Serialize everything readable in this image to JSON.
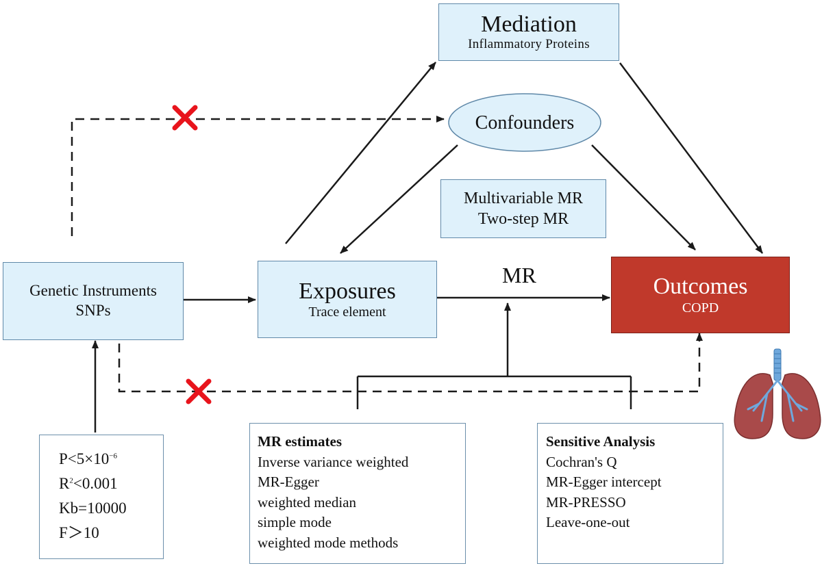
{
  "nodes": {
    "mediation": {
      "title": "Mediation",
      "subtitle": "Inflammatory Proteins"
    },
    "confounders": {
      "label": "Confounders"
    },
    "mvmr": {
      "line1": "Multivariable MR",
      "line2": "Two-step MR"
    },
    "genetic": {
      "line1": "Genetic Instruments",
      "line2": "SNPs"
    },
    "exposures": {
      "title": "Exposures",
      "subtitle": "Trace element"
    },
    "outcomes": {
      "title": "Outcomes",
      "subtitle": "COPD"
    },
    "criteria": {
      "p_base": "P<5×10",
      "p_exp": "−6",
      "r_base": "R",
      "r_exp": "2",
      "r_rest": "<0.001",
      "kb": "Kb=10000",
      "f": "F＞10"
    },
    "mr_estimates": {
      "heading": "MR estimates",
      "items": [
        "Inverse variance weighted",
        "MR-Egger",
        "weighted median",
        "simple mode",
        "weighted mode methods"
      ]
    },
    "sensitive": {
      "heading": "Sensitive Analysis",
      "items": [
        "Cochran's Q",
        "MR-Egger intercept",
        "MR-PRESSO",
        "Leave-one-out"
      ]
    }
  },
  "edge_labels": {
    "mr": "MR"
  },
  "colors": {
    "box_fill": "#dff1fb",
    "box_border": "#5f88a8",
    "outcome_fill": "#c0392b",
    "cross": "#e8141c",
    "line": "#1a1a1a"
  },
  "icons": {
    "lungs": "lungs-icon",
    "cross": "cross-mark-icon"
  }
}
